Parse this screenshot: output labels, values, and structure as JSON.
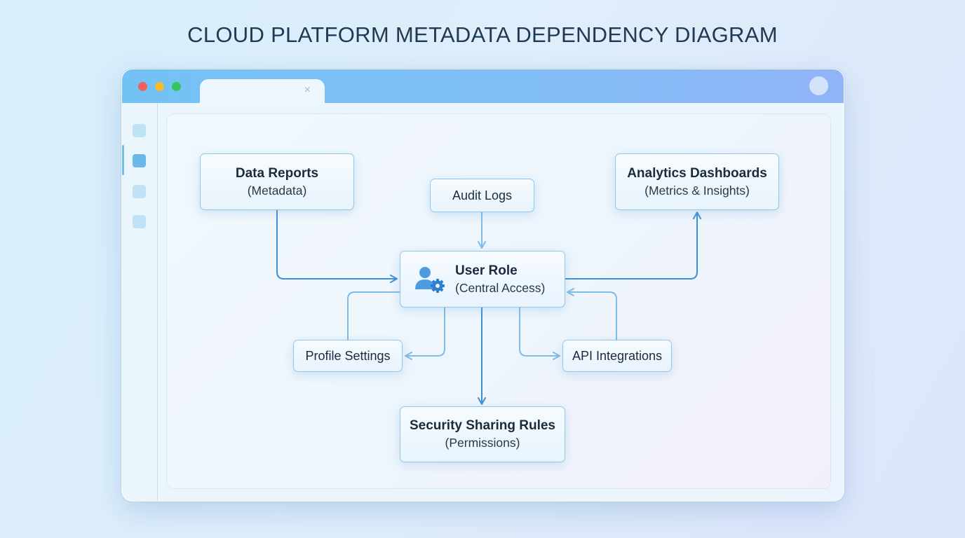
{
  "title": "CLOUD PLATFORM METADATA DEPENDENCY DIAGRAM",
  "window": {
    "tab_close": "×",
    "icons": {
      "tab_close": "close-icon",
      "user_role": "user-gear-icon"
    },
    "colors": {
      "titlebar": "#7fbff6",
      "node_border": "#8ec8ea",
      "edge_dark": "#3f8fd6",
      "edge_light": "#7ebde6"
    }
  },
  "nodes": {
    "data_reports": {
      "main": "Data Reports",
      "sub": "(Metadata)"
    },
    "audit_logs": {
      "main": "Audit Logs"
    },
    "analytics": {
      "main": "Analytics Dashboards",
      "sub": "(Metrics & Insights)"
    },
    "user_role": {
      "main": "User Role",
      "sub": "(Central Access)"
    },
    "profile_settings": {
      "main": "Profile Settings"
    },
    "api_integrations": {
      "main": "API Integrations"
    },
    "security_rules": {
      "main": "Security Sharing Rules",
      "sub": "(Permissions)"
    }
  },
  "edges": [
    {
      "from": "Data Reports",
      "to": "User Role"
    },
    {
      "from": "Audit Logs",
      "to": "User Role"
    },
    {
      "from": "User Role",
      "to": "Analytics Dashboards"
    },
    {
      "from": "User Role",
      "to": "Profile Settings"
    },
    {
      "from": "Profile Settings",
      "to": "User Role"
    },
    {
      "from": "User Role",
      "to": "API Integrations"
    },
    {
      "from": "API Integrations",
      "to": "User Role"
    },
    {
      "from": "User Role",
      "to": "Security Sharing Rules"
    }
  ]
}
